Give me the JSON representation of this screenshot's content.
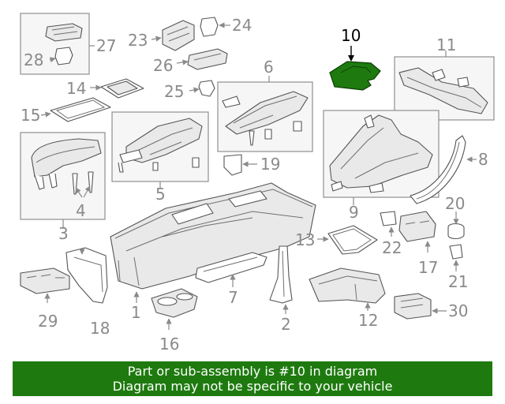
{
  "diagram": {
    "callouts": {
      "c1": "1",
      "c2": "2",
      "c3": "3",
      "c4": "4",
      "c5": "5",
      "c6": "6",
      "c7": "7",
      "c8": "8",
      "c9": "9",
      "c10": "10",
      "c11": "11",
      "c12": "12",
      "c13": "13",
      "c14": "14",
      "c15": "15",
      "c16": "16",
      "c17": "17",
      "c18": "18",
      "c19": "19",
      "c20": "20",
      "c21": "21",
      "c22": "22",
      "c23": "23",
      "c24": "24",
      "c25": "25",
      "c26": "26",
      "c27": "27",
      "c28": "28",
      "c29": "29",
      "c30": "30"
    },
    "highlight_color": "#1e7a0f"
  },
  "banner": {
    "line1": "Part or sub-assembly is #10 in diagram",
    "line2": "Diagram may not be specific to your vehicle"
  }
}
